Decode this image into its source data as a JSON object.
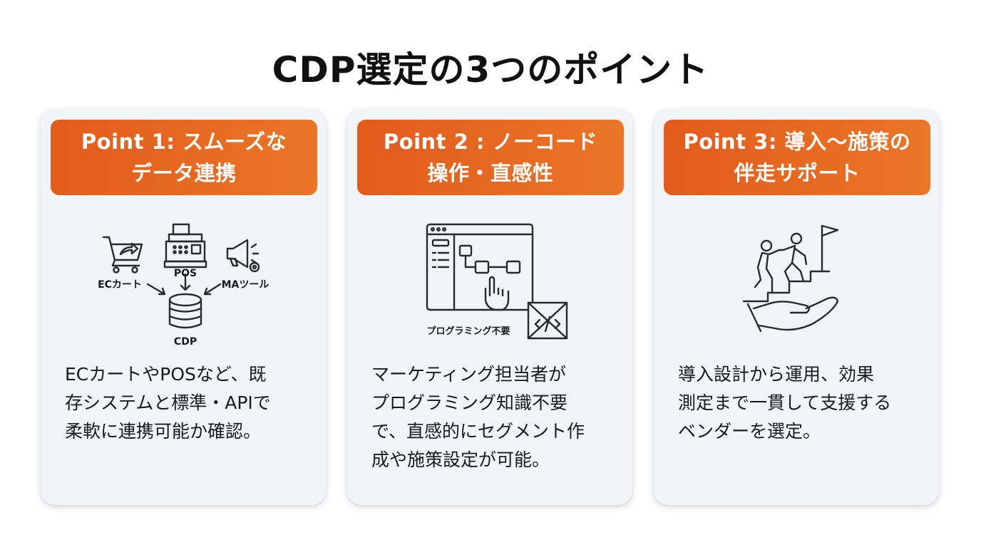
{
  "title": "CDP選定の3つのポイント",
  "accent_color": "#e8691f",
  "cards": [
    {
      "header_lines": [
        "Point 1: スムーズな",
        "データ連携"
      ],
      "icon_labels": {
        "cart": "ECカート",
        "pos": "POS",
        "ma": "MAツール",
        "db": "CDP"
      },
      "body_lines": [
        "ECカートやPOSなど、既",
        "存システムと標準・APIで",
        "柔軟に連携可能か確認。"
      ]
    },
    {
      "header_lines": [
        "Point 2 : ノーコード",
        "操作・直感性"
      ],
      "icon_labels": {
        "no_code": "プログラミング不要"
      },
      "body_lines": [
        "マーケティング担当者が",
        "プログラミング知識不要",
        "で、直感的にセグメント作",
        "成や施策設定が可能。"
      ]
    },
    {
      "header_lines": [
        "Point 3: 導入〜施策の",
        "伴走サポート"
      ],
      "body_lines": [
        "導入設計から運用、効果",
        "測定まで一貫して支援する",
        "ベンダーを選定。"
      ]
    }
  ]
}
